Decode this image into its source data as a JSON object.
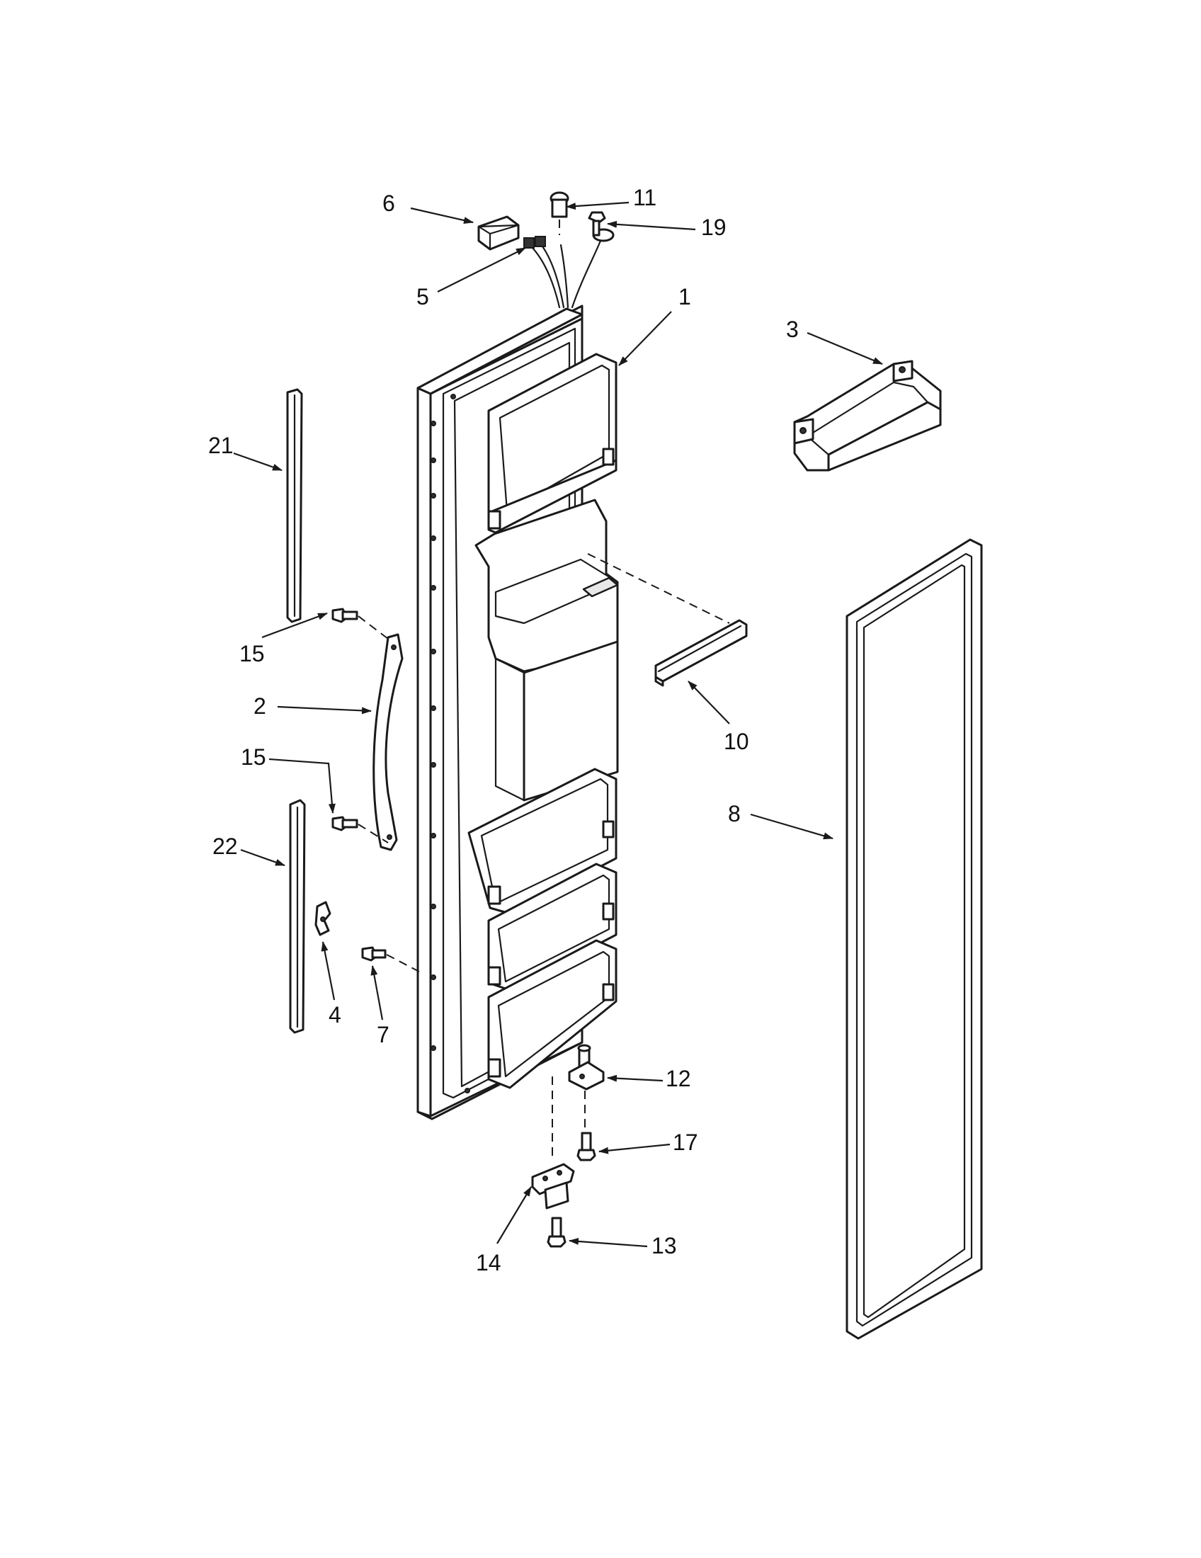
{
  "callouts": [
    {
      "id": "c1",
      "label": "1"
    },
    {
      "id": "c2",
      "label": "2"
    },
    {
      "id": "c3",
      "label": "3"
    },
    {
      "id": "c4",
      "label": "4"
    },
    {
      "id": "c5",
      "label": "5"
    },
    {
      "id": "c6",
      "label": "6"
    },
    {
      "id": "c7",
      "label": "7"
    },
    {
      "id": "c8",
      "label": "8"
    },
    {
      "id": "c10",
      "label": "10"
    },
    {
      "id": "c11",
      "label": "11"
    },
    {
      "id": "c12",
      "label": "12"
    },
    {
      "id": "c13",
      "label": "13"
    },
    {
      "id": "c14",
      "label": "14"
    },
    {
      "id": "c15a",
      "label": "15"
    },
    {
      "id": "c15b",
      "label": "15"
    },
    {
      "id": "c17",
      "label": "17"
    },
    {
      "id": "c19",
      "label": "19"
    },
    {
      "id": "c21",
      "label": "21"
    },
    {
      "id": "c22",
      "label": "22"
    }
  ],
  "colors": {
    "line": "#1a1a1a",
    "background": "#ffffff"
  }
}
